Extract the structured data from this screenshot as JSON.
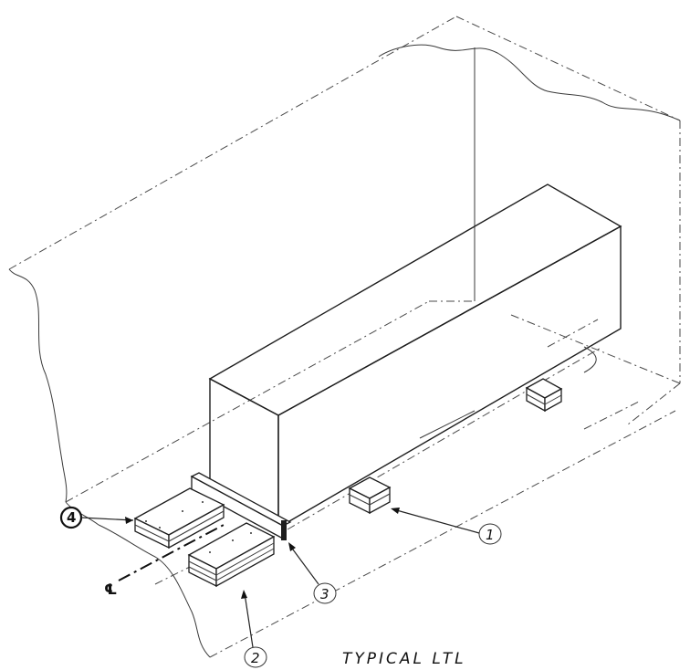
{
  "diagram": {
    "caption": "TYPICAL LTL",
    "centerline_symbol": "℄",
    "callouts": [
      {
        "id": "1",
        "label": "1",
        "circled": "thin"
      },
      {
        "id": "2",
        "label": "2",
        "circled": "thin"
      },
      {
        "id": "3",
        "label": "3",
        "circled": "thin"
      },
      {
        "id": "4",
        "label": "4",
        "circled": "bold"
      }
    ]
  }
}
